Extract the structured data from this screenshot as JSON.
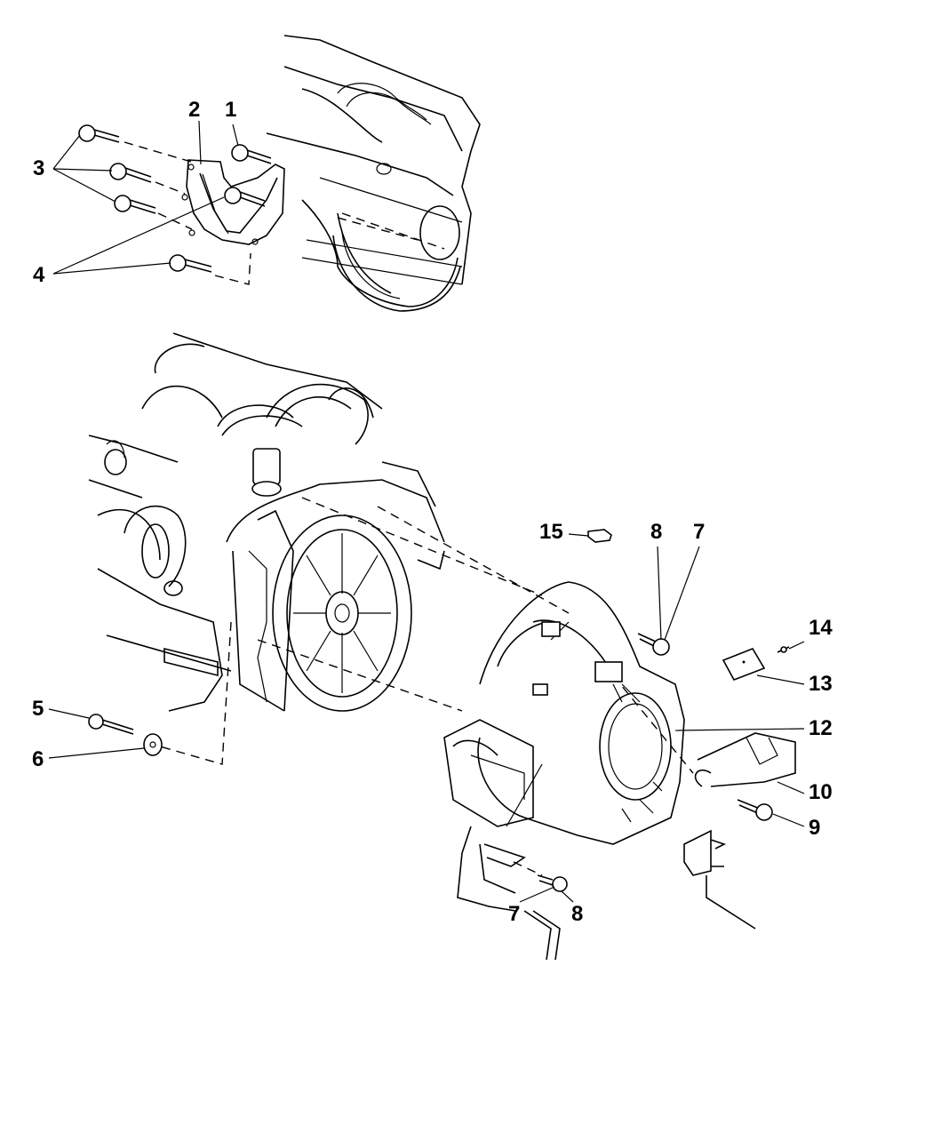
{
  "diagram": {
    "title": "Transmission bell housing / structural cover exploded parts diagram",
    "colors": {
      "line": "#000000",
      "background": "#ffffff"
    },
    "callouts": [
      {
        "id": "c1",
        "label": "1"
      },
      {
        "id": "c2",
        "label": "2"
      },
      {
        "id": "c3",
        "label": "3"
      },
      {
        "id": "c4",
        "label": "4"
      },
      {
        "id": "c5",
        "label": "5"
      },
      {
        "id": "c6",
        "label": "6"
      },
      {
        "id": "c7a",
        "label": "7"
      },
      {
        "id": "c8a",
        "label": "8"
      },
      {
        "id": "c7b",
        "label": "7"
      },
      {
        "id": "c8b",
        "label": "8"
      },
      {
        "id": "c9",
        "label": "9"
      },
      {
        "id": "c10",
        "label": "10"
      },
      {
        "id": "c12",
        "label": "12"
      },
      {
        "id": "c13",
        "label": "13"
      },
      {
        "id": "c14",
        "label": "14"
      },
      {
        "id": "c15",
        "label": "15"
      }
    ],
    "parts": [
      {
        "label": "1",
        "name": "bolt"
      },
      {
        "label": "2",
        "name": "structural cover"
      },
      {
        "label": "3",
        "name": "bolts"
      },
      {
        "label": "4",
        "name": "bolts"
      },
      {
        "label": "5",
        "name": "bolt"
      },
      {
        "label": "6",
        "name": "washer"
      },
      {
        "label": "7",
        "name": "stud / clip"
      },
      {
        "label": "8",
        "name": "nut"
      },
      {
        "label": "9",
        "name": "bolt"
      },
      {
        "label": "10",
        "name": "bracket"
      },
      {
        "label": "12",
        "name": "bell housing"
      },
      {
        "label": "13",
        "name": "plate"
      },
      {
        "label": "14",
        "name": "screw"
      },
      {
        "label": "15",
        "name": "plug"
      }
    ]
  }
}
